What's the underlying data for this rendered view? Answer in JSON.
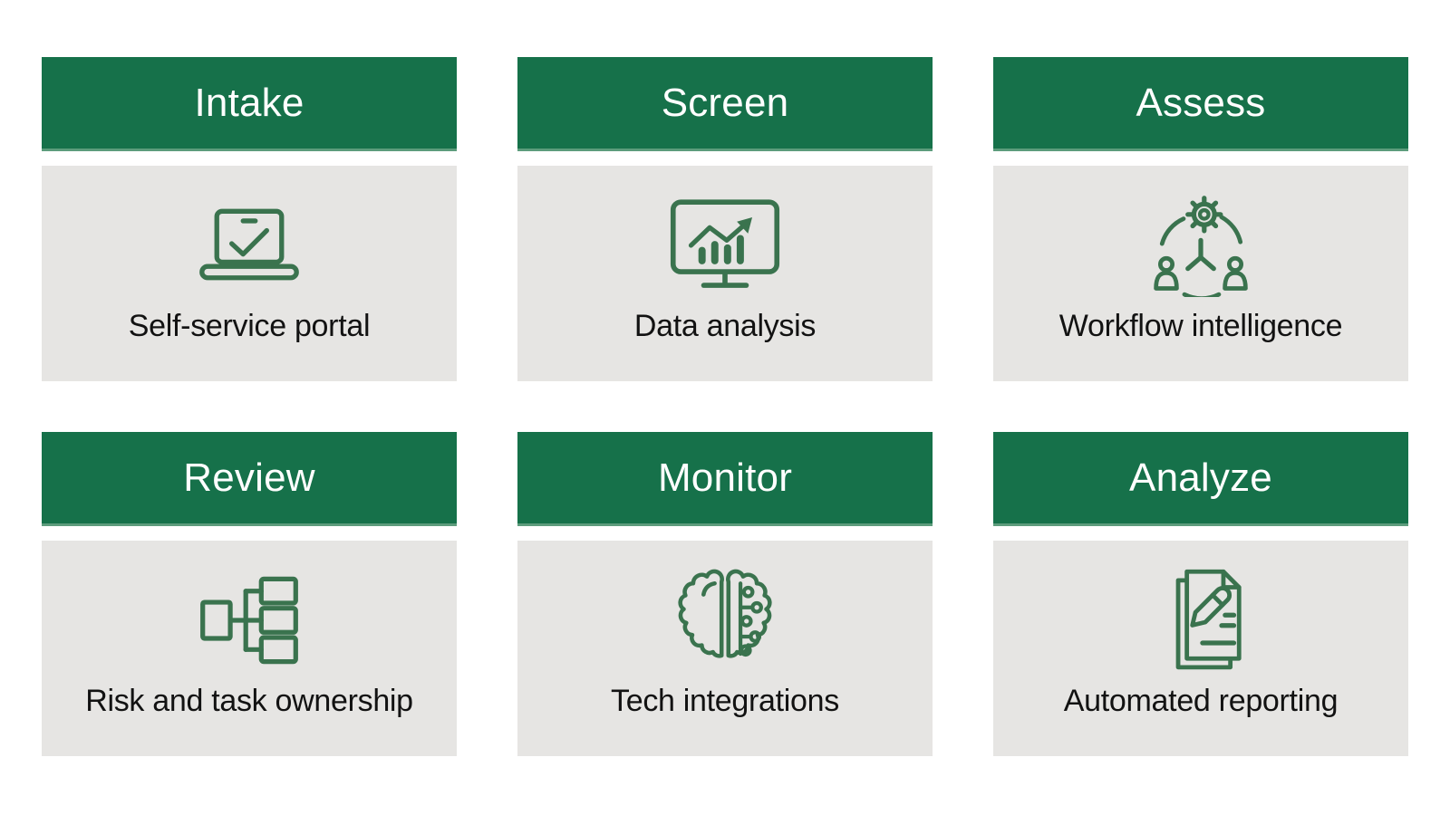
{
  "colors": {
    "page_bg": "#FFFFFF",
    "header_green": "#16714A",
    "header_edge": "#5D9C7C",
    "body_gray": "#E6E5E3",
    "icon_green": "#3A734E",
    "title_text": "#FFFFFF",
    "label_text": "#121212"
  },
  "cards": [
    {
      "title": "Intake",
      "label": "Self-service portal",
      "icon": "laptop-check-icon"
    },
    {
      "title": "Screen",
      "label": "Data analysis",
      "icon": "monitor-chart-icon"
    },
    {
      "title": "Assess",
      "label": "Workflow intelligence",
      "icon": "gear-people-network-icon"
    },
    {
      "title": "Review",
      "label": "Risk and task ownership",
      "icon": "flowchart-icon"
    },
    {
      "title": "Monitor",
      "label": "Tech integrations",
      "icon": "ai-brain-icon"
    },
    {
      "title": "Analyze",
      "label": "Automated reporting",
      "icon": "document-pencil-icon"
    }
  ]
}
